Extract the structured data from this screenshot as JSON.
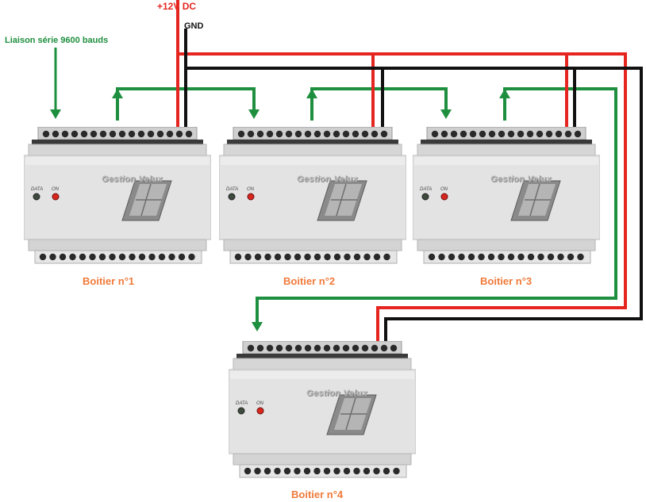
{
  "labels": {
    "power": "+12V DC",
    "ground": "GND",
    "serial": "Liaison série 9600 bauds"
  },
  "devices": [
    {
      "name": "Boitier n°1",
      "title": "Gestion Velux",
      "led_data": "DATA",
      "led_on": "ON"
    },
    {
      "name": "Boitier n°2",
      "title": "Gestion Velux",
      "led_data": "DATA",
      "led_on": "ON"
    },
    {
      "name": "Boitier n°3",
      "title": "Gestion Velux",
      "led_data": "DATA",
      "led_on": "ON"
    },
    {
      "name": "Boitier n°4",
      "title": "Gestion Velux",
      "led_data": "DATA",
      "led_on": "ON"
    }
  ],
  "colors": {
    "power_wire": "#e52620",
    "ground_wire": "#111111",
    "data_wire": "#1e8f3e",
    "device_body": "#e3e3e3",
    "label_color": "#f07a3a"
  }
}
